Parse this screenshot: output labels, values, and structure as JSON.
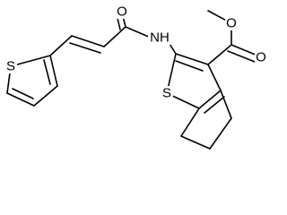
{
  "molecule": {
    "atoms": {
      "carbonyl_oxygen": "O",
      "amide_nitrogen": "NH",
      "ester_oxygen_double": "O",
      "ester_oxygen_single": "O",
      "fused_thiophene_sulfur": "S",
      "pendant_thiophene_sulfur": "S"
    }
  }
}
